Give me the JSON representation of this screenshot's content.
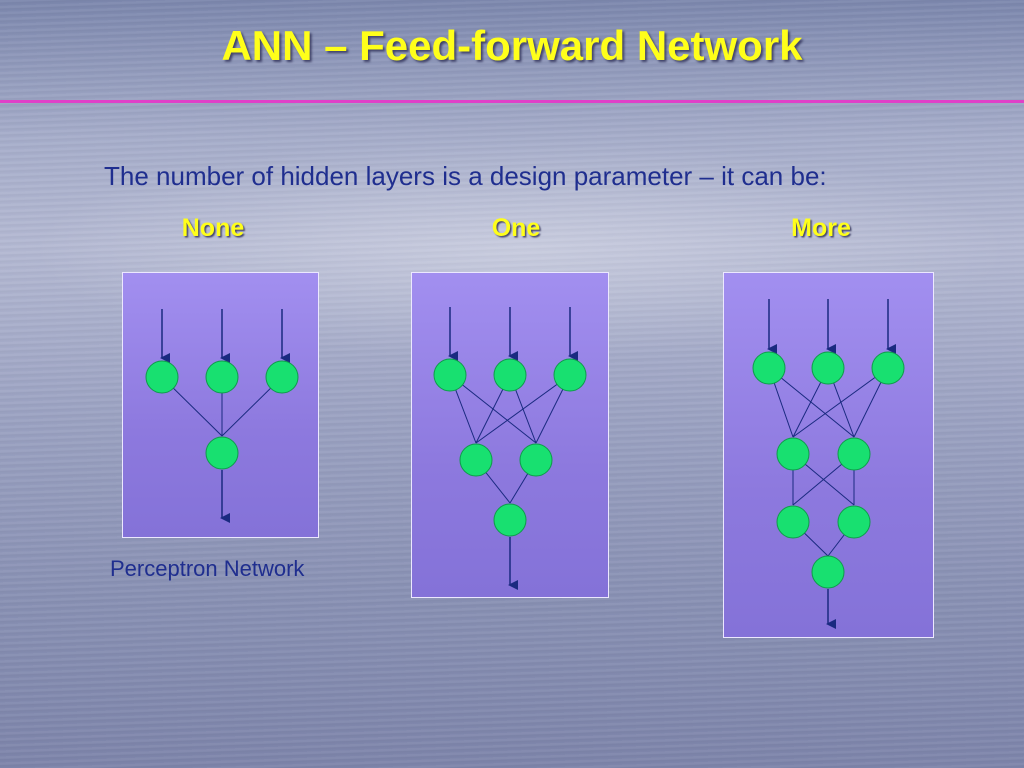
{
  "slide": {
    "title": "ANN – Feed-forward Network",
    "subtitle": "The number of hidden layers is a design parameter – it can be:",
    "columns": [
      {
        "label": "None",
        "caption": "Perceptron Network",
        "layers": [
          3,
          1
        ]
      },
      {
        "label": "One",
        "caption": "",
        "layers": [
          3,
          2,
          1
        ]
      },
      {
        "label": "More",
        "caption": "",
        "layers": [
          3,
          2,
          2,
          1
        ]
      }
    ]
  },
  "colors": {
    "title": "#ffff1a",
    "rule": "#e040c8",
    "text": "#1f2e8f",
    "node": "#18e070",
    "edge": "#1a2a80",
    "panel": "#9380e2"
  },
  "icons": {
    "input_arrow": "arrow-down-icon",
    "output_arrow": "arrow-down-icon",
    "node": "neuron-circle-icon"
  }
}
